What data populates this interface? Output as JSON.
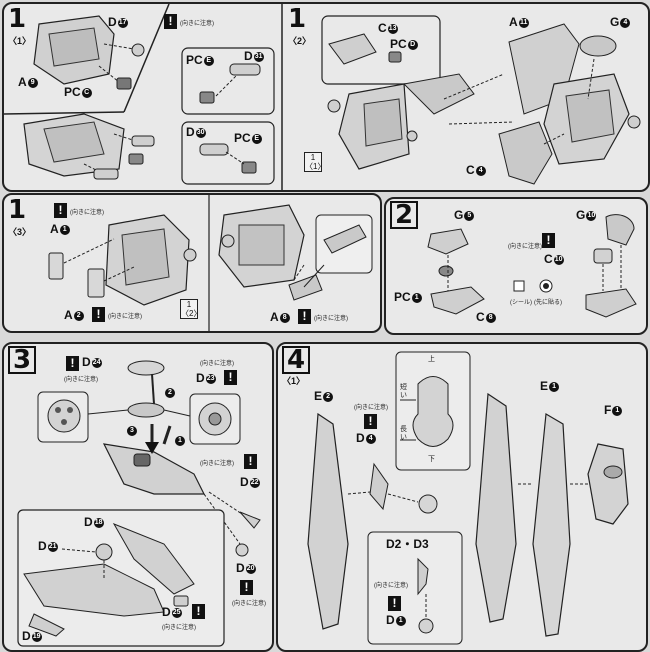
{
  "panel1": {
    "step": "1",
    "subs": [
      "〈1〉",
      "〈2〉",
      "〈3〉"
    ],
    "labels": {
      "d17": "D",
      "d17n": "17",
      "a9": "A",
      "a9n": "9",
      "pcc": "PC",
      "pccn": "C",
      "pce1": "PC",
      "pce1n": "E",
      "d31": "D",
      "d31n": "31",
      "d30": "D",
      "d30n": "30",
      "pce2": "PC",
      "pce2n": "E",
      "c13": "C",
      "c13n": "13",
      "pcd": "PC",
      "pcdn": "D",
      "a11": "A",
      "a11n": "11",
      "g4": "G",
      "g4n": "4",
      "c4": "C",
      "c4n": "4",
      "a1": "A",
      "a1n": "1",
      "a2": "A",
      "a2n": "2",
      "a8": "A",
      "a8n": "8"
    },
    "ref1": "1",
    "ref1sub": "〈1〉",
    "ref3": "1",
    "ref3sub": "〈2〉"
  },
  "panel2": {
    "step": "2",
    "labels": {
      "g5": "G",
      "g5n": "5",
      "g10": "G",
      "g10n": "10",
      "c10": "C",
      "c10n": "10",
      "pc1": "PC",
      "pc1n": "1",
      "c8": "C",
      "c8n": "8"
    },
    "seal": "(シール)",
    "stick": "(先に貼る)"
  },
  "panel3": {
    "step": "3",
    "labels": {
      "d24": "D",
      "d24n": "24",
      "d23": "D",
      "d23n": "23",
      "d22": "D",
      "d22n": "22",
      "d20": "D",
      "d20n": "20",
      "d18": "D",
      "d18n": "18",
      "d21": "D",
      "d21n": "21",
      "d25": "D",
      "d25n": "25",
      "d19": "D",
      "d19n": "19"
    },
    "arrows": [
      "1",
      "2",
      "3"
    ]
  },
  "panel4": {
    "step": "4",
    "sub": "〈1〉",
    "labels": {
      "e2": "E",
      "e2n": "2",
      "e1": "E",
      "e1n": "1",
      "f1": "F",
      "f1n": "1",
      "d4": "D",
      "d4n": "4",
      "d2d3": "D2・D3",
      "d1": "D",
      "d1n": "1"
    },
    "top": "上",
    "bottom": "下",
    "short": "短い",
    "long": "長い"
  },
  "caution": "(向きに注意)",
  "colors": {
    "background": "#d9d9d9",
    "panel": "#e9e9e9",
    "ink": "#111111",
    "badge": "#111111"
  }
}
